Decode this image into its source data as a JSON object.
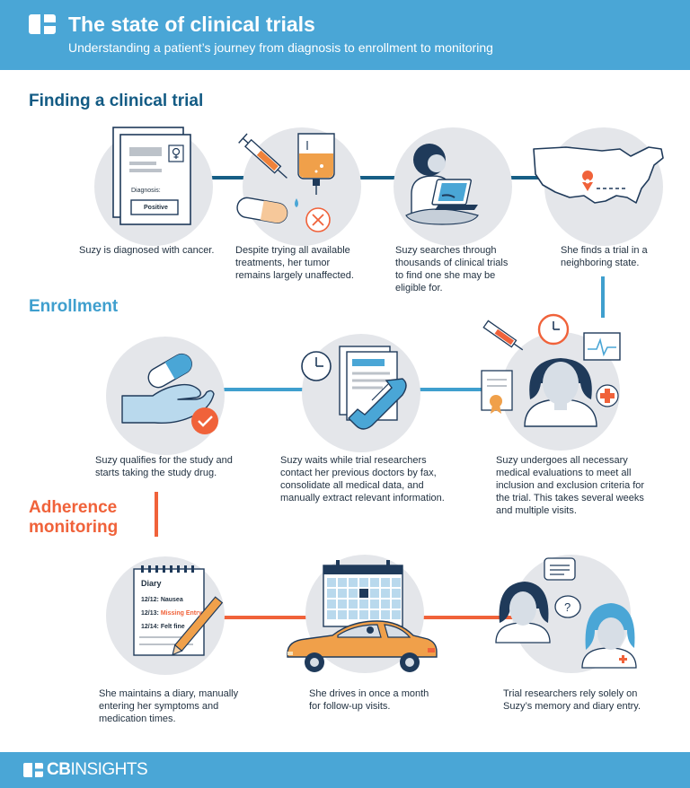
{
  "header": {
    "title": "The state of clinical trials",
    "subtitle": "Understanding a patient’s journey from diagnosis to enrollment to monitoring"
  },
  "sections": {
    "finding": "Finding a clinical trial",
    "enrollment": "Enrollment",
    "adherence": "Adherence monitoring"
  },
  "steps": {
    "diagnosed": "Suzy is diagnosed with cancer.",
    "treatments": "Despite trying all available treatments, her tumor remains largely unaffected.",
    "searches": "Suzy searches through thousands of clinical trials to find one she may be eligible for.",
    "finds": "She finds a trial in a neighboring state.",
    "qualifies": "Suzy qualifies for the study and starts taking the study drug.",
    "waits": "Suzy waits while trial researchers contact her previous doctors by fax, consolidate all medical data, and manually extract relevant information.",
    "evaluations": "Suzy undergoes all necessary medical evaluations to meet all inclusion and exclusion criteria for the trial. This takes several weeks and multiple visits.",
    "diary": "She maintains a diary, manually entering her symptoms and medication times.",
    "drives": "She drives in once a month for follow-up visits.",
    "relies": "Trial researchers rely solely on Suzy’s memory and diary entry."
  },
  "illustration_text": {
    "diagnosis_label": "Diagnosis:",
    "diagnosis_value": "Positive",
    "diary_title": "Diary",
    "diary_entries": [
      {
        "date": "12/12:",
        "text": "Nausea"
      },
      {
        "date": "12/13:",
        "text": "Missing Entry"
      },
      {
        "date": "12/14:",
        "text": "Felt fine"
      }
    ]
  },
  "footer": {
    "brand_bold": "CB",
    "brand_rest": "INSIGHTS"
  },
  "colors": {
    "brand_blue": "#4aa6d6",
    "dark_blue": "#135b84",
    "orange": "#f0623a",
    "circle_gray": "#e4e6ea"
  }
}
